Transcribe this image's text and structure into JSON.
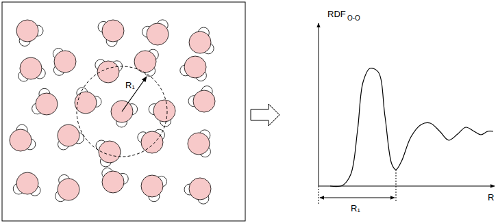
{
  "diagram": {
    "labels": [
      "R₁",
      "RDF",
      "O-O",
      "R₁",
      "R"
    ]
  }
}
